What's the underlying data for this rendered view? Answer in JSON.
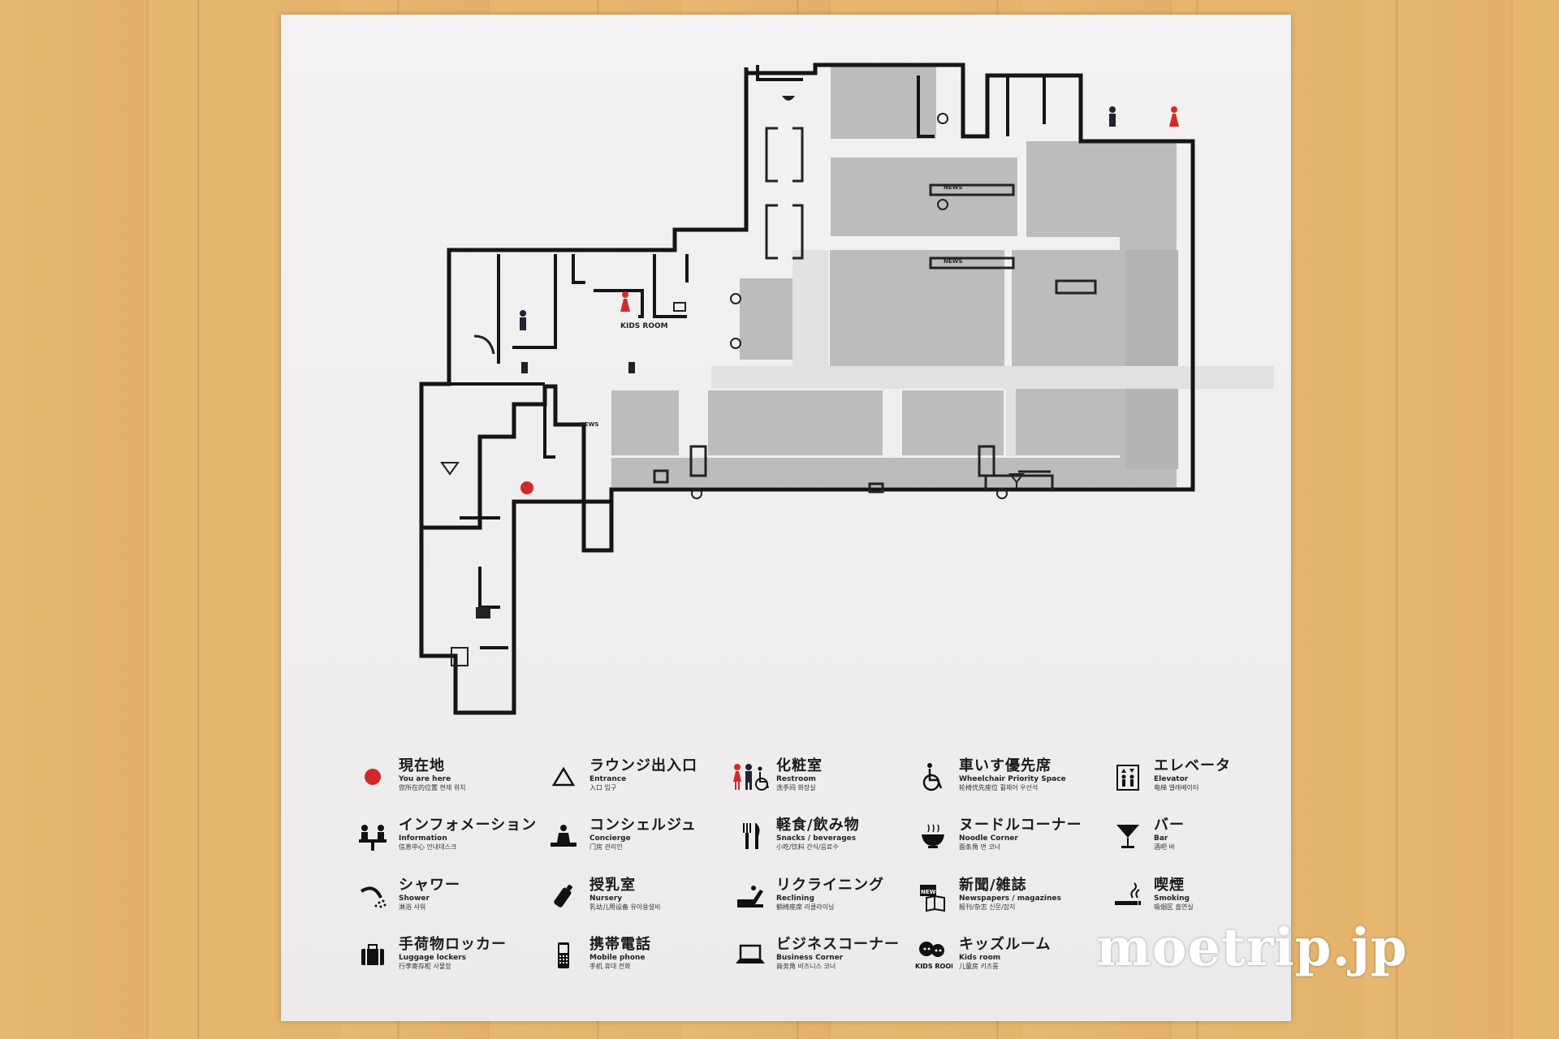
{
  "map": {
    "you_are_here_color": "#d22a2a",
    "wall_color": "#151515",
    "area_fill": "#bdbbbb",
    "corridor_fill": "#e2e0e0"
  },
  "legend": [
    {
      "icon": "you-are-here-icon",
      "ja": "現在地",
      "en": "You are here",
      "sub": "您所在的位置  현재 위치"
    },
    {
      "icon": "entrance-icon",
      "ja": "ラウンジ出入口",
      "en": "Entrance",
      "sub": "入口  입구"
    },
    {
      "icon": "restroom-icon",
      "ja": "化粧室",
      "en": "Restroom",
      "sub": "洗手间  화장실"
    },
    {
      "icon": "wheelchair-icon",
      "ja": "車いす優先席",
      "en": "Wheelchair Priority Space",
      "sub": "轮椅优先座位  휠체어 우선석"
    },
    {
      "icon": "elevator-icon",
      "ja": "エレベータ",
      "en": "Elevator",
      "sub": "电梯  엘레베이터"
    },
    {
      "icon": "information-icon",
      "ja": "インフォメーション",
      "en": "Information",
      "sub": "信息中心  안내데스크"
    },
    {
      "icon": "concierge-icon",
      "ja": "コンシェルジュ",
      "en": "Concierge",
      "sub": "门房  관리인"
    },
    {
      "icon": "snacks-icon",
      "ja": "軽食/飲み物",
      "en": "Snacks / beverages",
      "sub": "小吃/饮料  간식/음료수"
    },
    {
      "icon": "noodle-icon",
      "ja": "ヌードルコーナー",
      "en": "Noodle Corner",
      "sub": "面条角  면 코너"
    },
    {
      "icon": "bar-icon",
      "ja": "バー",
      "en": "Bar",
      "sub": "酒吧  바"
    },
    {
      "icon": "shower-icon",
      "ja": "シャワー",
      "en": "Shower",
      "sub": "淋浴  샤워"
    },
    {
      "icon": "nursery-icon",
      "ja": "授乳室",
      "en": "Nursery",
      "sub": "乳幼儿用设备  유아용설비"
    },
    {
      "icon": "reclining-icon",
      "ja": "リクライニング",
      "en": "Reclining",
      "sub": "躺椅座席  리클라이닝"
    },
    {
      "icon": "newspaper-icon",
      "ja": "新聞/雑誌",
      "en": "Newspapers / magazines",
      "sub": "报刊/杂志  신문/잡지"
    },
    {
      "icon": "smoking-icon",
      "ja": "喫煙",
      "en": "Smoking",
      "sub": "吸烟区  흡연실"
    },
    {
      "icon": "luggage-icon",
      "ja": "手荷物ロッカー",
      "en": "Luggage lockers",
      "sub": "行李寄存柜  사물함"
    },
    {
      "icon": "mobile-phone-icon",
      "ja": "携帯電話",
      "en": "Mobile phone",
      "sub": "手机  휴대 전화"
    },
    {
      "icon": "business-icon",
      "ja": "ビジネスコーナー",
      "en": "Business Corner",
      "sub": "商务角  비즈니스 코너"
    },
    {
      "icon": "kids-room-icon",
      "ja": "キッズルーム",
      "en": "Kids room",
      "sub": "儿童房  키즈룸"
    }
  ],
  "kids_room_label": "KIDS ROOM",
  "news_label": "NEWS",
  "watermark": "moetrip.jp"
}
